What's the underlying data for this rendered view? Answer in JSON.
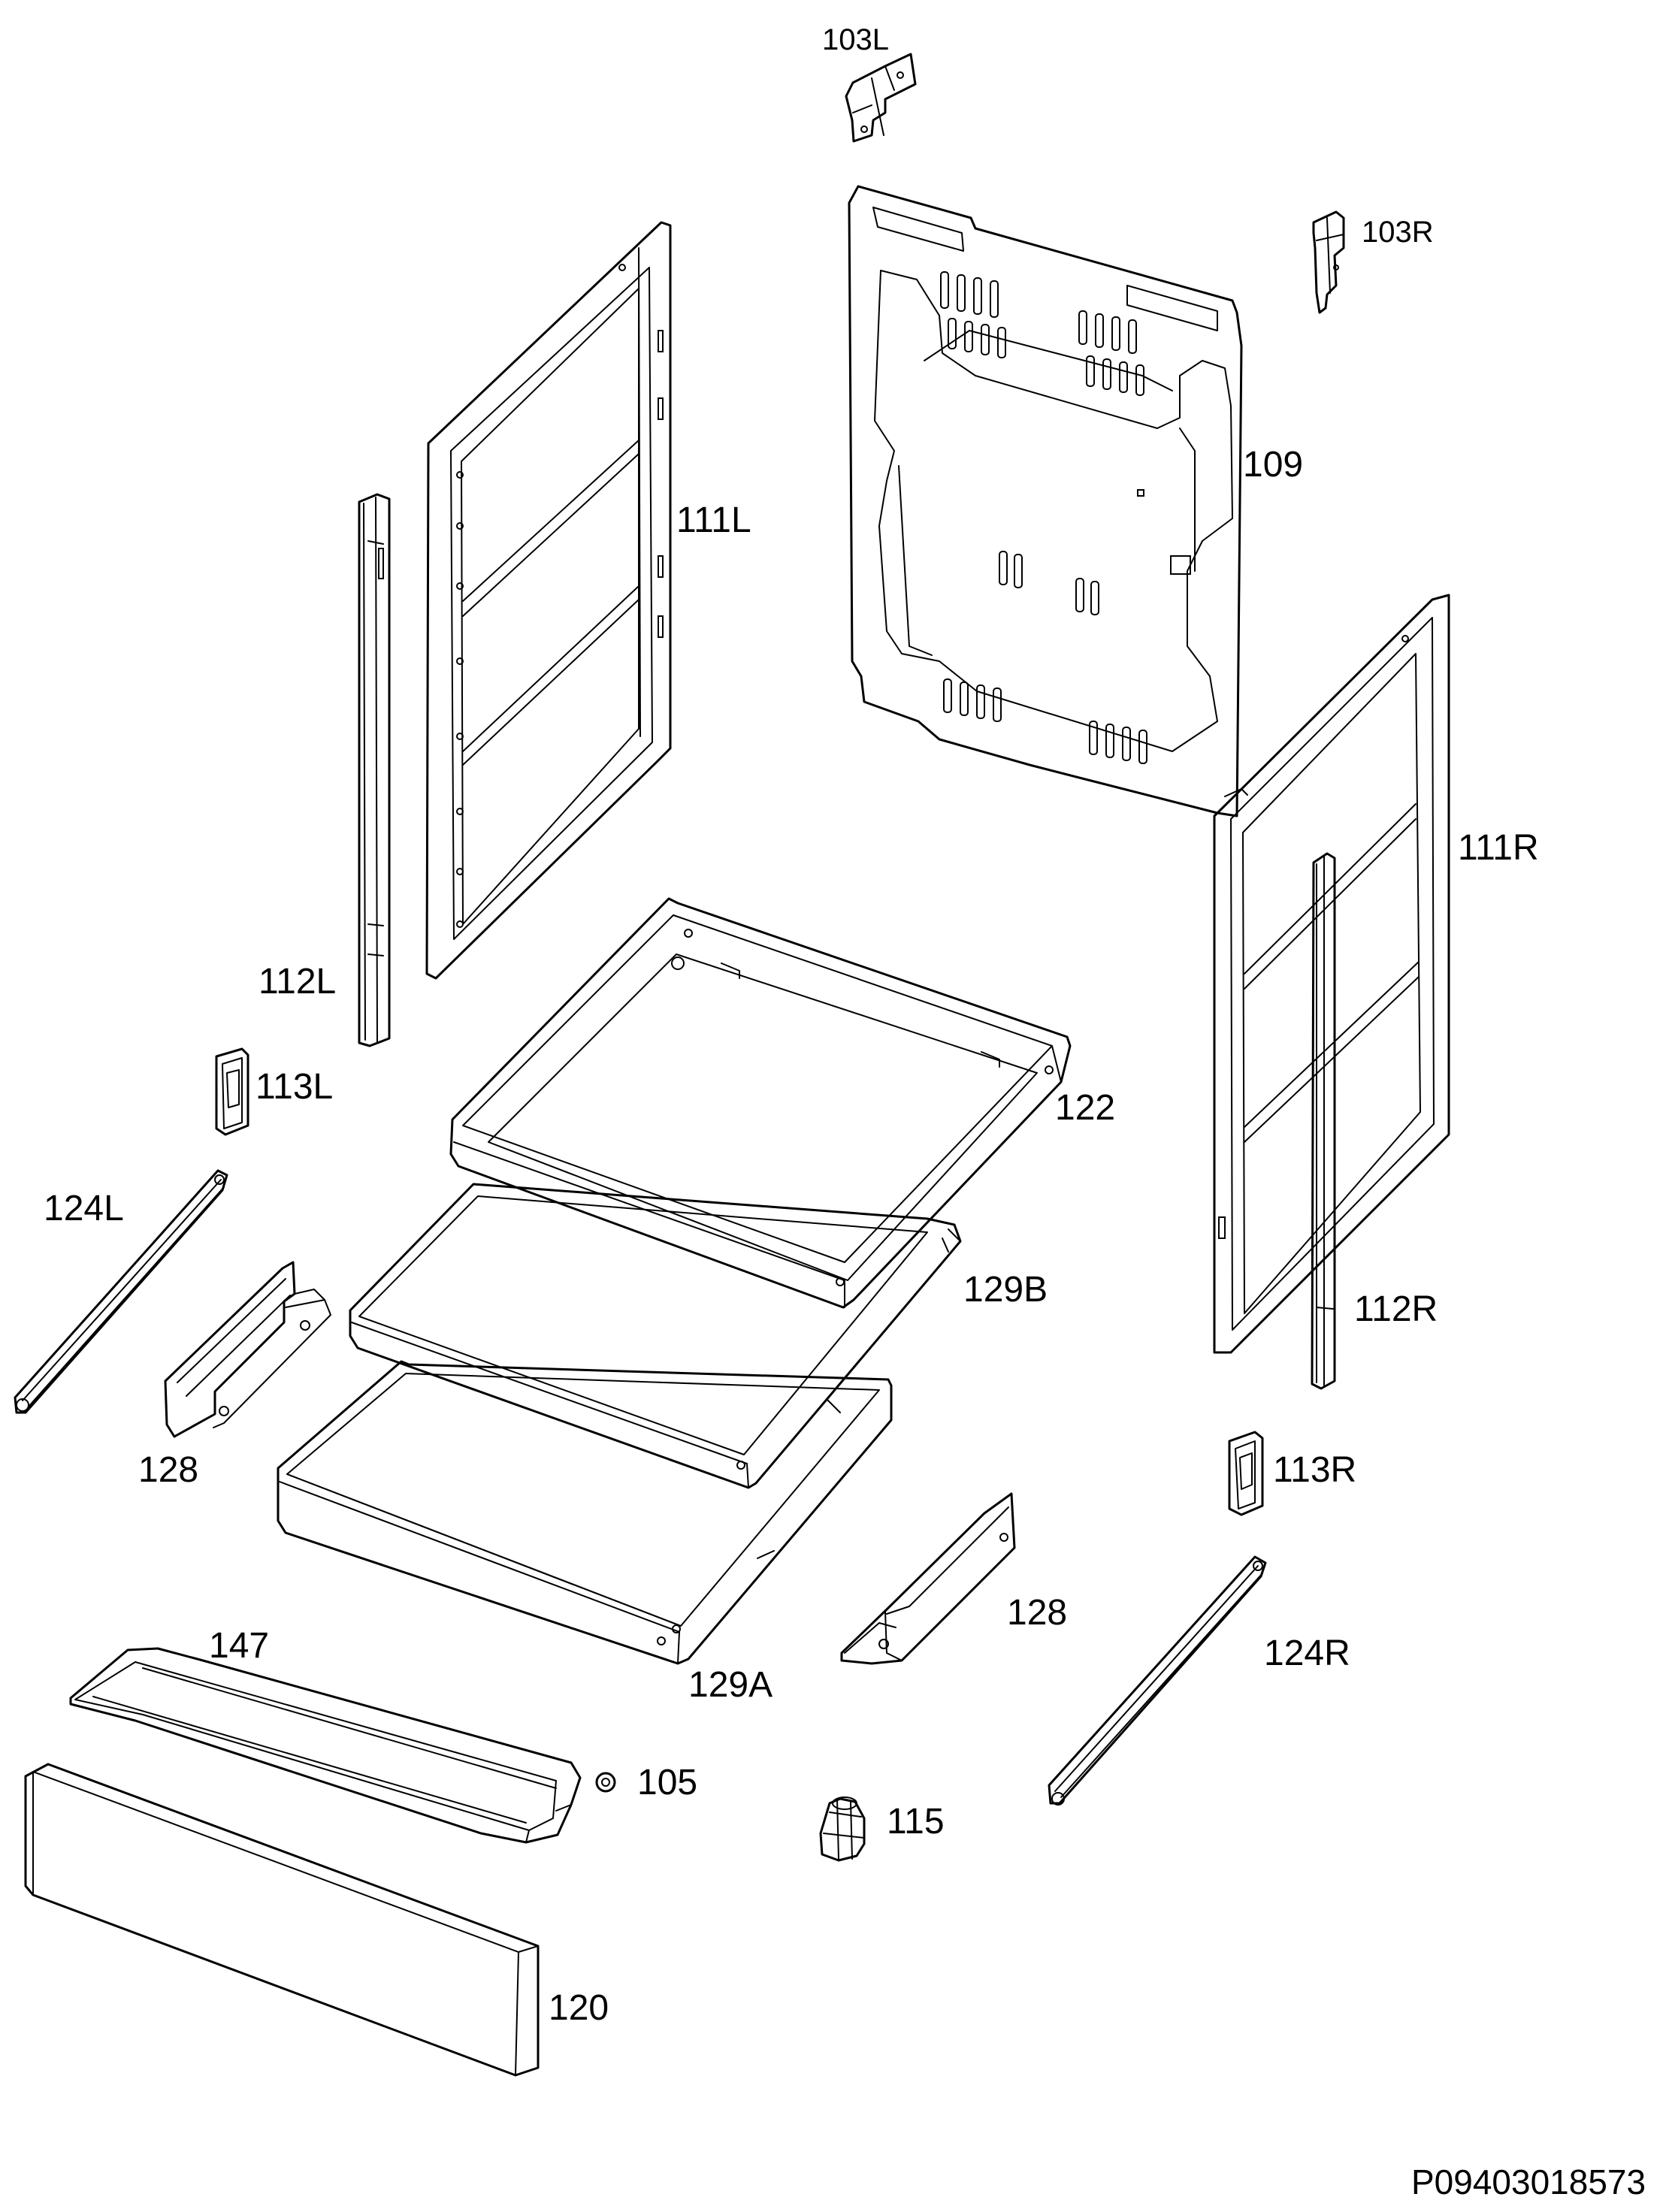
{
  "labels": {
    "p103L": "103L",
    "p103R": "103R",
    "p109": "109",
    "p111L": "111L",
    "p111R": "111R",
    "p112L": "112L",
    "p112R": "112R",
    "p113L": "113L",
    "p113R": "113R",
    "p122": "122",
    "p124L": "124L",
    "p124R": "124R",
    "p128a": "128",
    "p128b": "128",
    "p129B": "129B",
    "p129A": "129A",
    "p147": "147",
    "p105": "105",
    "p115": "115",
    "p120": "120"
  },
  "document_id": "P09403018573"
}
